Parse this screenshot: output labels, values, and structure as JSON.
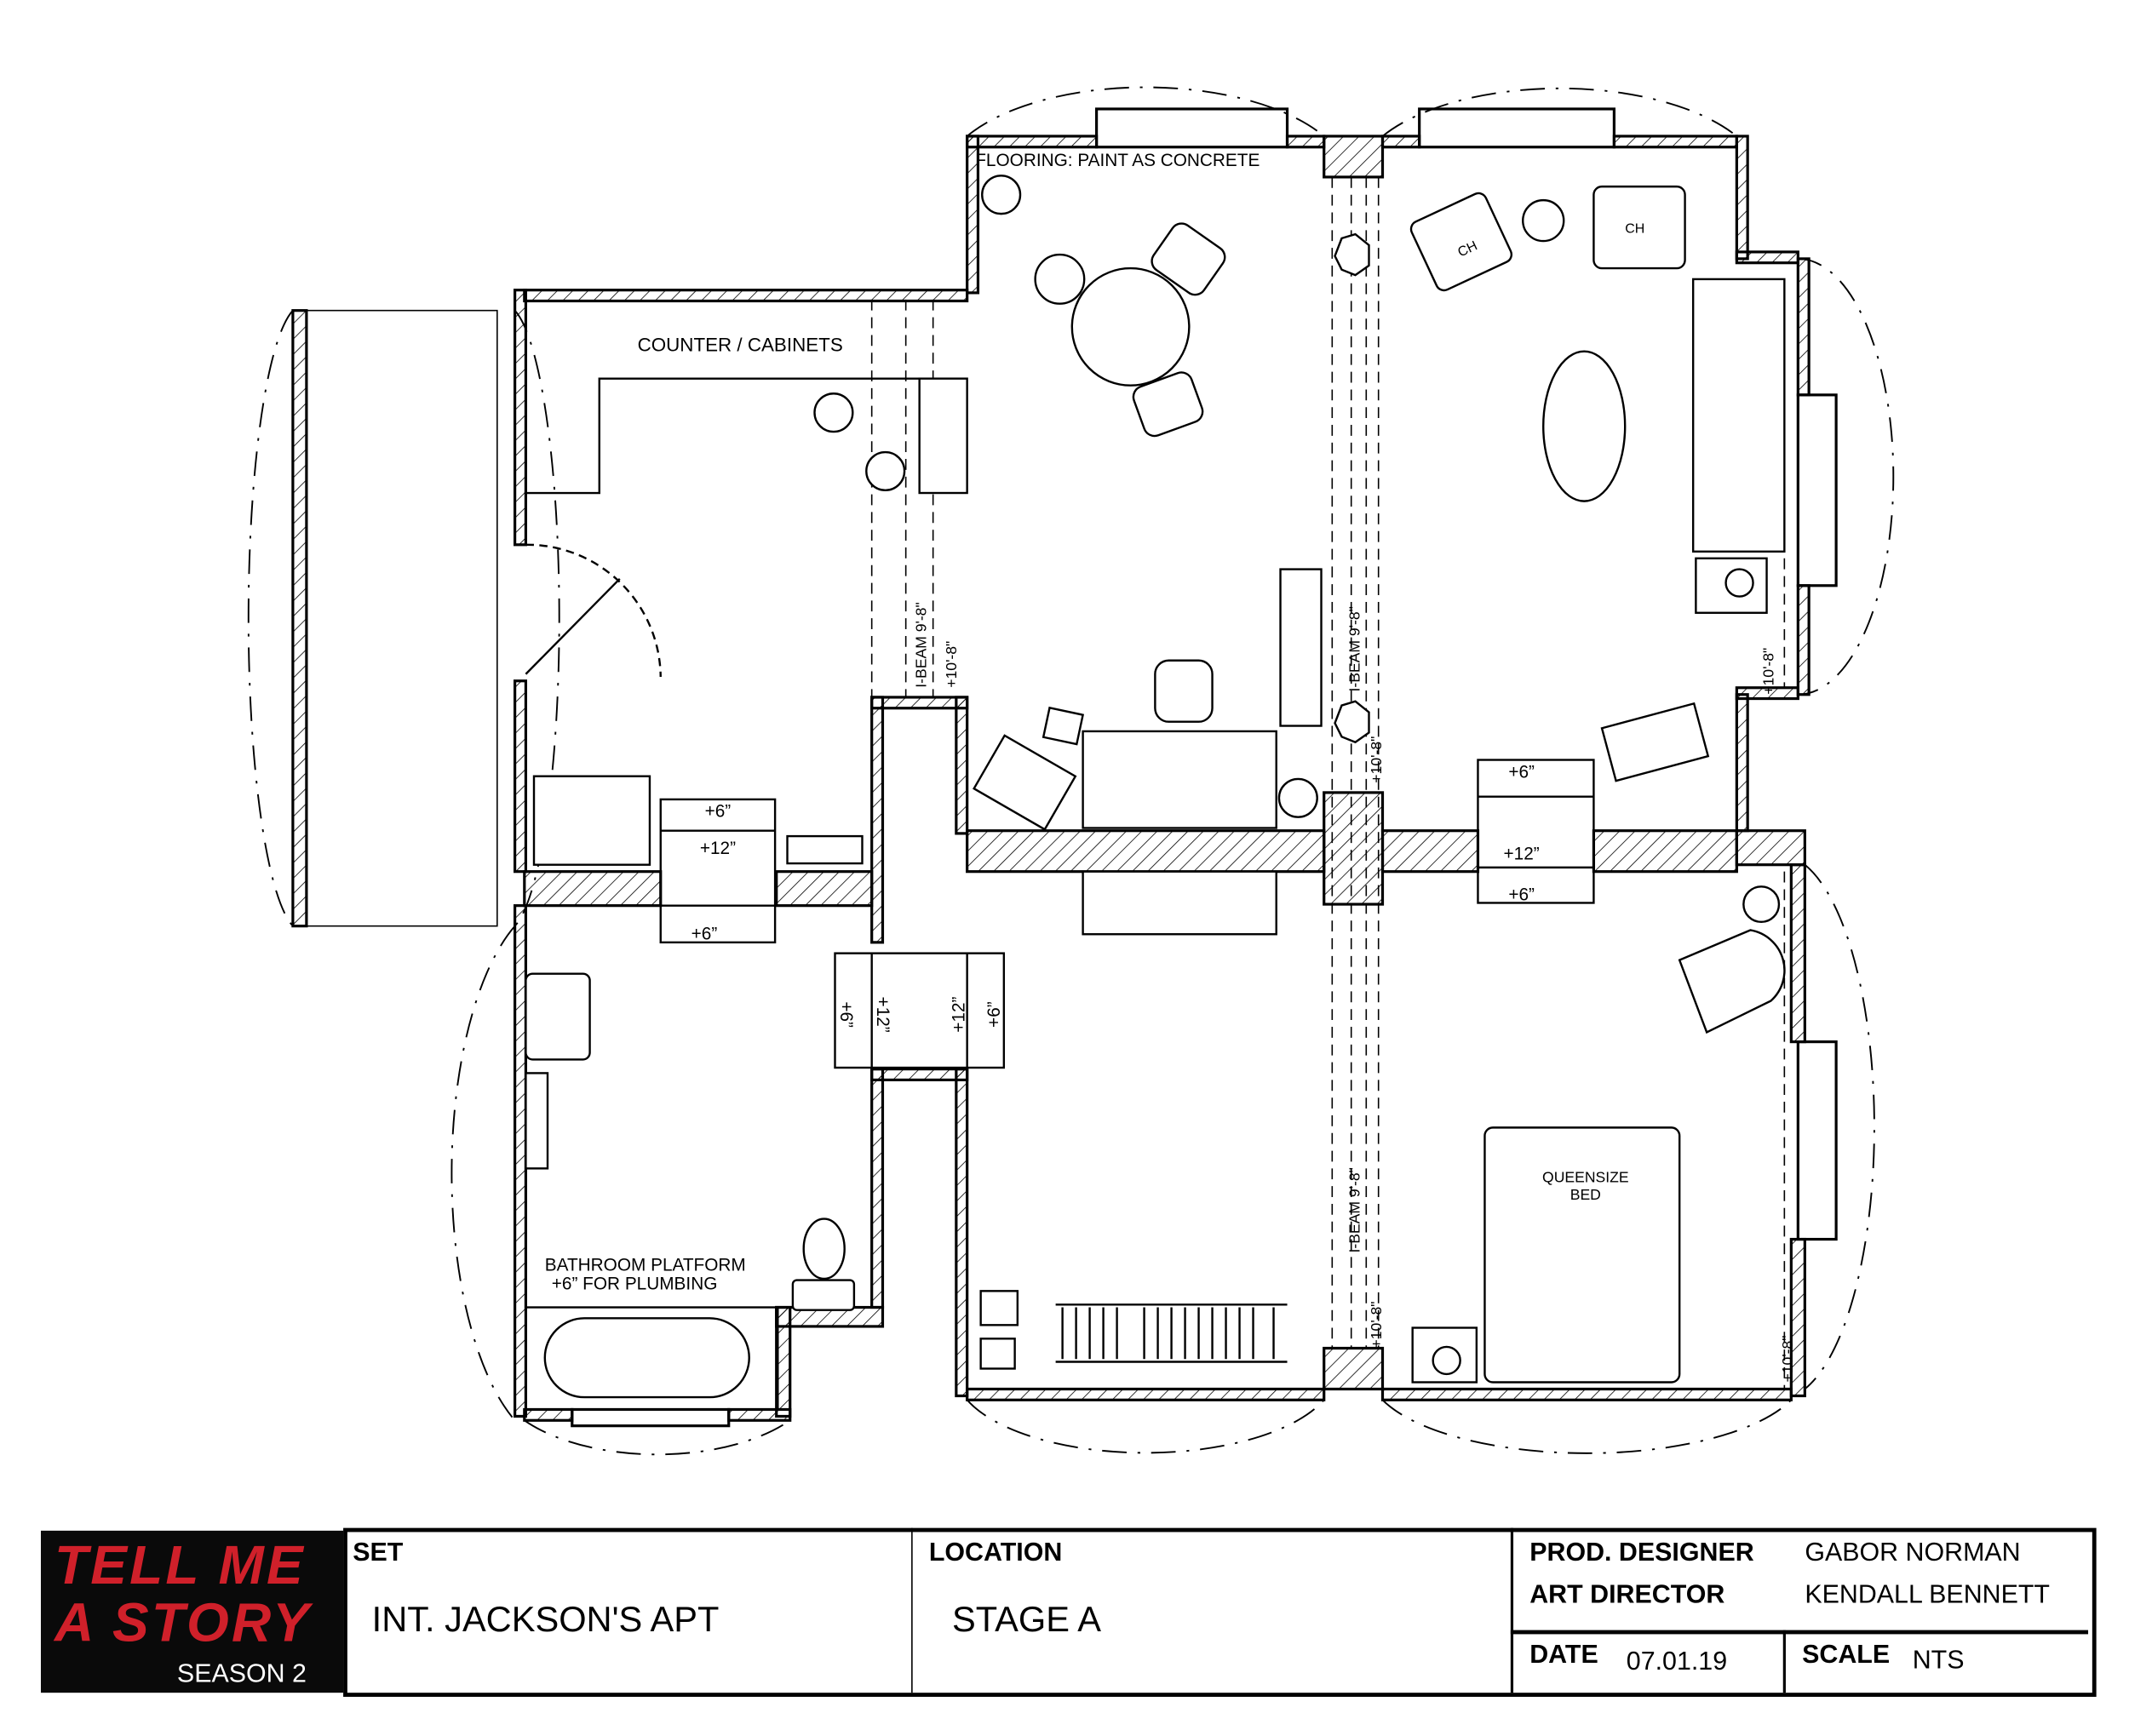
{
  "plan": {
    "flooring_note": "FLOORING: PAINT AS CONCRETE",
    "counter_label": "COUNTER / CABINETS",
    "bath_note_1": "BATHROOM PLATFORM",
    "bath_note_2": "+6” FOR PLUMBING",
    "bed_label_1": "QUEENSIZE",
    "bed_label_2": "BED",
    "chair_label": "CH",
    "ibeam_label": "I-BEAM 9'-8\"",
    "height_label": "+10'-8\"",
    "step_6": "+6”",
    "step_12": "+12”"
  },
  "title_block": {
    "logo_line1": "TELL ME",
    "logo_line2": "A STORY",
    "season": "SEASON 2",
    "set_label": "SET",
    "set_value": "INT. JACKSON'S APT",
    "location_label": "LOCATION",
    "location_value": "STAGE A",
    "prod_designer_label": "PROD. DESIGNER",
    "prod_designer_value": "GABOR NORMAN",
    "art_director_label": "ART DIRECTOR",
    "art_director_value": "KENDALL BENNETT",
    "date_label": "DATE",
    "date_value": "07.01.19",
    "scale_label": "SCALE",
    "scale_value": "NTS"
  },
  "colors": {
    "logo_red": "#d0202a",
    "logo_bg": "#0a0a0a",
    "line": "#000000"
  }
}
